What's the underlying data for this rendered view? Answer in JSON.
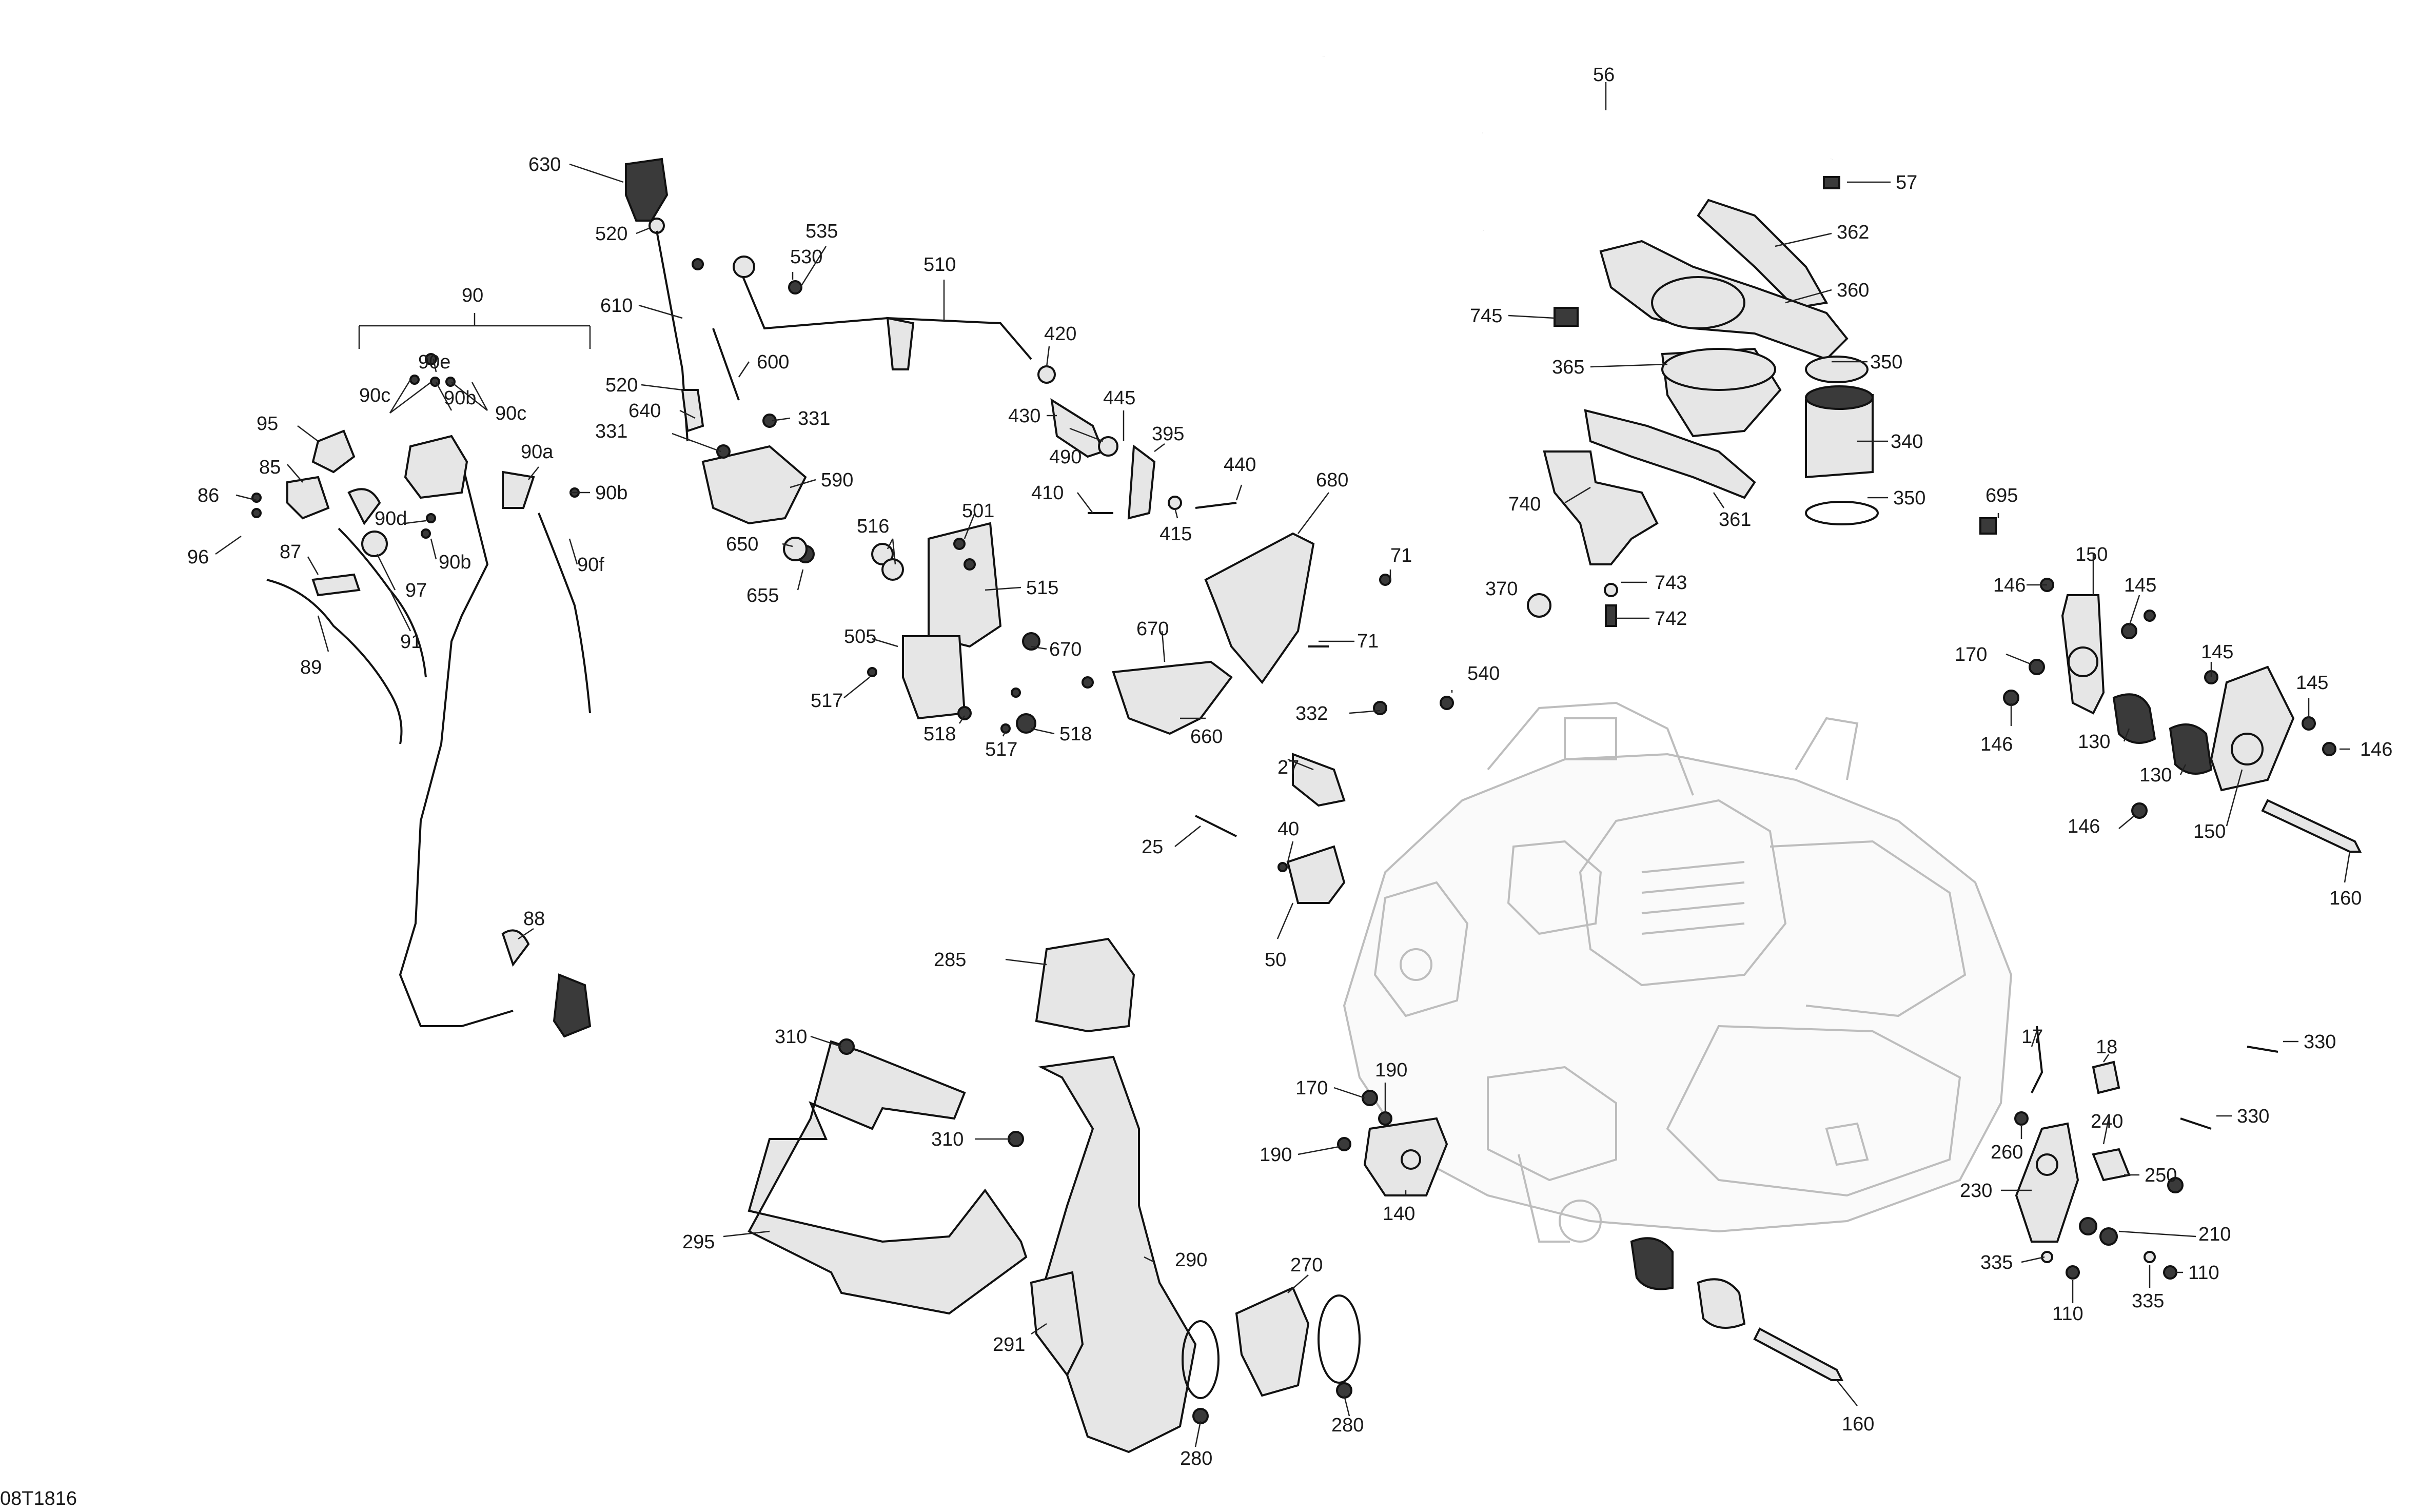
{
  "drawing_code": "08T1816",
  "callouts": [
    "56",
    "57",
    "362",
    "360",
    "745",
    "365",
    "350",
    "340",
    "740",
    "361",
    "350",
    "695",
    "370",
    "743",
    "742",
    "71",
    "71",
    "540",
    "332",
    "27",
    "40",
    "25",
    "50",
    "150",
    "146",
    "145",
    "145",
    "145",
    "170",
    "146",
    "130",
    "130",
    "146",
    "146",
    "150",
    "160",
    "630",
    "520",
    "535",
    "530",
    "510",
    "610",
    "520",
    "600",
    "420",
    "640",
    "331",
    "331",
    "430",
    "445",
    "490",
    "395",
    "440",
    "410",
    "415",
    "680",
    "590",
    "516",
    "501",
    "650",
    "515",
    "655",
    "505",
    "670",
    "670",
    "517",
    "518",
    "517",
    "518",
    "660",
    "90",
    "90e",
    "90c",
    "90b",
    "90c",
    "95",
    "90a",
    "85",
    "90b",
    "86",
    "90d",
    "96",
    "90b",
    "90f",
    "87",
    "97",
    "91",
    "89",
    "88",
    "285",
    "310",
    "310",
    "295",
    "290",
    "270",
    "291",
    "280",
    "280",
    "17",
    "18",
    "330",
    "330",
    "260",
    "240",
    "230",
    "250",
    "210",
    "335",
    "110",
    "110",
    "335",
    "170",
    "190",
    "190",
    "140",
    "160"
  ],
  "series": []
}
